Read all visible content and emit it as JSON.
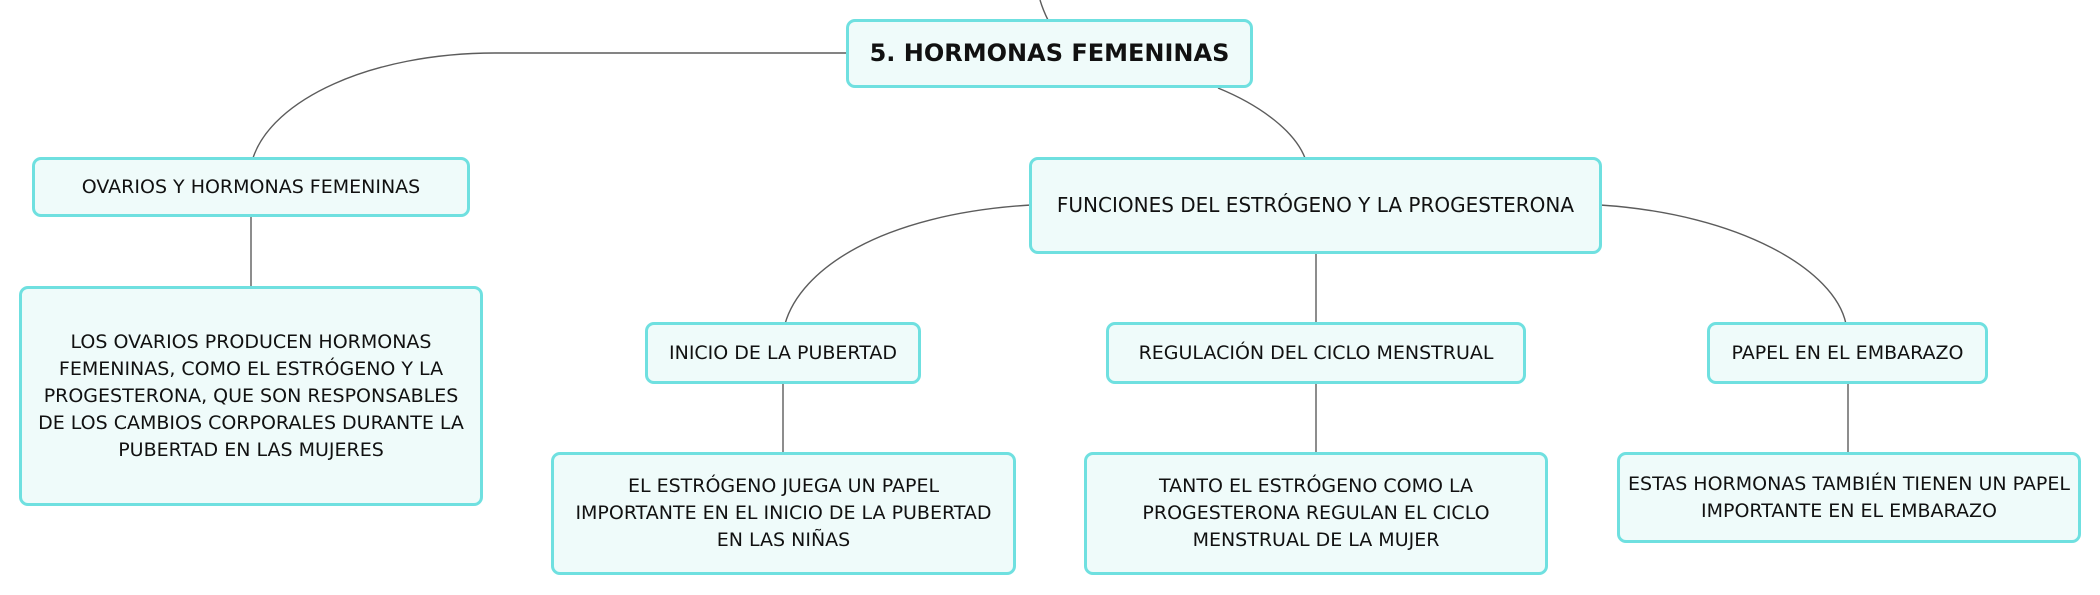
{
  "root": {
    "label": "5. HORMONAS FEMENINAS"
  },
  "branch_ovarios": {
    "label": "OVARIOS Y HORMONAS FEMENINAS",
    "detail": "LOS OVARIOS PRODUCEN HORMONAS FEMENINAS, COMO EL ESTRÓGENO Y LA PROGESTERONA, QUE SON RESPONSABLES DE LOS CAMBIOS CORPORALES DURANTE LA PUBERTAD EN LAS MUJERES"
  },
  "branch_funciones": {
    "label": "FUNCIONES DEL ESTRÓGENO Y LA PROGESTERONA",
    "children": [
      {
        "label": "INICIO DE LA PUBERTAD",
        "detail": "EL ESTRÓGENO JUEGA UN PAPEL IMPORTANTE EN EL INICIO DE LA PUBERTAD EN LAS NIÑAS"
      },
      {
        "label": "REGULACIÓN DEL CICLO MENSTRUAL",
        "detail": "TANTO EL ESTRÓGENO COMO LA PROGESTERONA REGULAN EL CICLO MENSTRUAL DE LA MUJER"
      },
      {
        "label": "PAPEL EN EL EMBARAZO",
        "detail": "ESTAS HORMONAS TAMBIÉN TIENEN UN PAPEL IMPORTANTE EN EL EMBARAZO"
      }
    ]
  },
  "colors": {
    "node_fill": "#effbfa",
    "node_border": "#6fe0e0",
    "connector": "#5c5c5c"
  }
}
